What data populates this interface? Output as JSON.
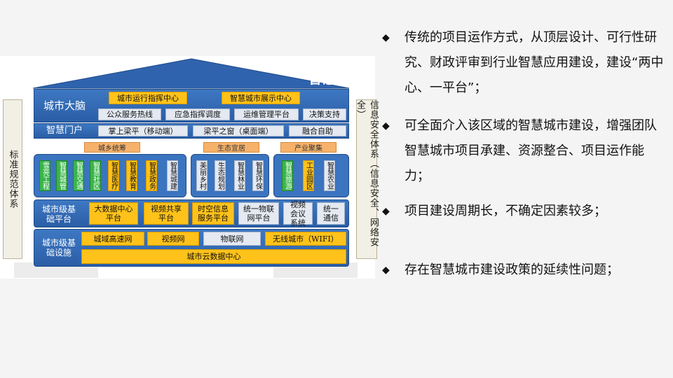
{
  "diagram": {
    "roof_title": "智慧梁平",
    "left_side": "标准规范体系",
    "right_side": "信息安全体系（信息安全、网络安全）",
    "city_brain": {
      "label": "城市大脑",
      "top_row": [
        "城市运行指挥中心",
        "智慧城市展示中心"
      ],
      "bottom_row": [
        "公众服务热线",
        "应急指挥调度",
        "运维管理平台",
        "决策支持"
      ]
    },
    "portal": {
      "label": "智慧门户",
      "items": [
        "掌上梁平（移动端）",
        "梁平之窗（桌面端）",
        "融合自助"
      ]
    },
    "apps": {
      "groups": [
        {
          "tag": "城乡统筹",
          "items": [
            "雪亮工程",
            "智慧城管",
            "智慧交通",
            "智慧社区",
            "智慧医疗",
            "智慧教育",
            "智慧政务",
            "智慧城建"
          ]
        },
        {
          "tag": "生态宜居",
          "items": [
            "美丽乡村",
            "生态规划",
            "智慧林业",
            "智慧环保"
          ]
        },
        {
          "tag": "产业聚集",
          "items": [
            "智慧旅游",
            "工业园区",
            "智慧农业"
          ]
        }
      ]
    },
    "platform": {
      "label": "城市级基础平台",
      "items": [
        "大数据中心平台",
        "视频共享平台",
        "时空信息服务平台",
        "统一物联网平台",
        "视频会议系统",
        "统一通信"
      ]
    },
    "infra": {
      "label": "城市级基础设施",
      "items": [
        "城域高速网",
        "视频网",
        "物联网",
        "无线城市（WIFI）"
      ],
      "cloud": "城市云数据中心"
    }
  },
  "bullets": [
    "传统的项目运作方式，从顶层设计、可行性研究、财政评审到行业智慧应用建设，建设“两中心、一平台”；",
    "可全面介入该区域的智慧城市建设，增强团队智慧城市项目承建、资源整合、项目运作能力；",
    "项目建设周期长，不确定因素较多；",
    "存在智慧城市建设政策的延续性问题；"
  ],
  "bullet_mark": "◆"
}
